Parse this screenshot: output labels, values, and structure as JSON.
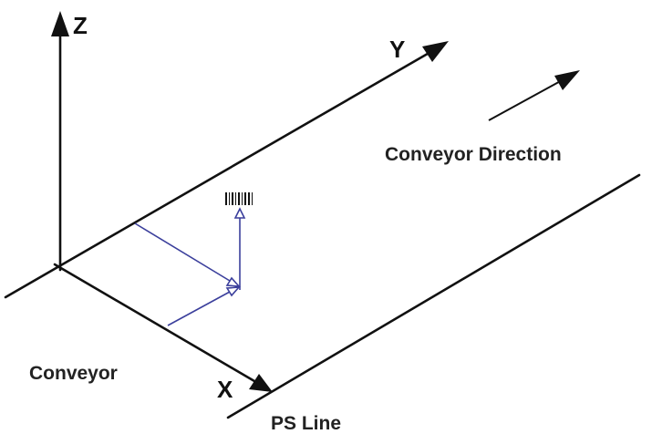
{
  "labels": {
    "z_axis": "Z",
    "y_axis": "Y",
    "x_axis": "X",
    "conveyor_direction": "Conveyor Direction",
    "conveyor": "Conveyor",
    "ps_line": "PS Line"
  },
  "colors": {
    "ink": "#111111",
    "vector": "#3b3f9c"
  },
  "icons": {
    "barcode": "barcode-icon"
  }
}
